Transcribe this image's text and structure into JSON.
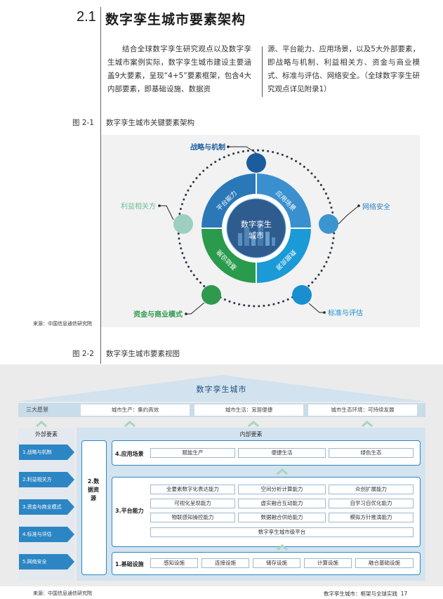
{
  "section": {
    "number": "2.1",
    "title": "数字孪生城市要素架构"
  },
  "intro": {
    "left": "结合全球数字孪生研究观点以及数字孪生城市案例实际，数字孪生城市建设主要涵盖9大要素，呈现“4+5”要素框架，包含4大内部要素，即基础设施、数据资",
    "right": "源、平台能力、应用场景，以及5大外部要素，即战略与机制、利益相关方、资金与商业模式、标准与评估、网络安全。（全球数字孪生研究观点详见附录1）"
  },
  "figure1": {
    "label": "图 2-1",
    "title": "数字孪生城市关键要素架构",
    "center": [
      "数字孪生",
      "城市"
    ],
    "quadrants": [
      "平台能力",
      "应用场景",
      "数据资源",
      "基础设施"
    ],
    "outer_nodes": [
      "战略与机制",
      "网络安全",
      "标准与评估",
      "资金与商业模式",
      "利益相关方"
    ],
    "source": "来源：中国信息通信研究院",
    "colors": {
      "strategy": "#1d5c9c",
      "security": "#3b96cf",
      "standard": "#1a8fd0",
      "funding": "#2e9a4d",
      "stakeholder": "#9ccfbf",
      "q_platform": "#2a78b7",
      "q_app": "#3a90cf",
      "q_data": "#1a9ad6",
      "q_infra": "#2a9a4d"
    }
  },
  "figure2": {
    "label": "图 2-2",
    "title": "数字孪生城市要素视图",
    "city": "数字孪生城市",
    "vision_label": "三大愿景",
    "visions": [
      "城市生产：集约高效",
      "城市生活：宜居便捷",
      "城市生态环境：可持续发展"
    ],
    "outer_title": "外部要素",
    "outer_items": [
      "1.战略与机制",
      "2.利益相关方",
      "3.资金与商业模式",
      "4.标准与评估",
      "5.网络安全"
    ],
    "inner_title": "内部要素",
    "data_resource": "2.数据资源",
    "app": {
      "label": "4.应用场景",
      "items": [
        "赋能生产",
        "便捷生活",
        "绿色生态"
      ]
    },
    "platform": {
      "label": "3.平台能力",
      "rows": [
        [
          "全要素数字化表达能力",
          "空间分析计算能力",
          "众创扩展能力"
        ],
        [
          "可视化呈现能力",
          "虚实融合互动能力",
          "自学习自优化能力"
        ],
        [
          "物联感知操控能力",
          "数据融合供给能力",
          "模拟方针推演能力"
        ]
      ],
      "base": "数字孪生城市级平台"
    },
    "infra": {
      "label": "1.基础设施",
      "items": [
        "感知设施",
        "连接设施",
        "储存设施",
        "计算设施",
        "融合基础设施"
      ]
    },
    "source": "来源：中国信息通信研究院",
    "colors": {
      "arrow": "#2d86c4",
      "chevron": "#a8d5c4",
      "border": "#2d86c4"
    }
  },
  "footer": {
    "text": "数字孪生城市：框架与全球实践",
    "page": "17"
  }
}
